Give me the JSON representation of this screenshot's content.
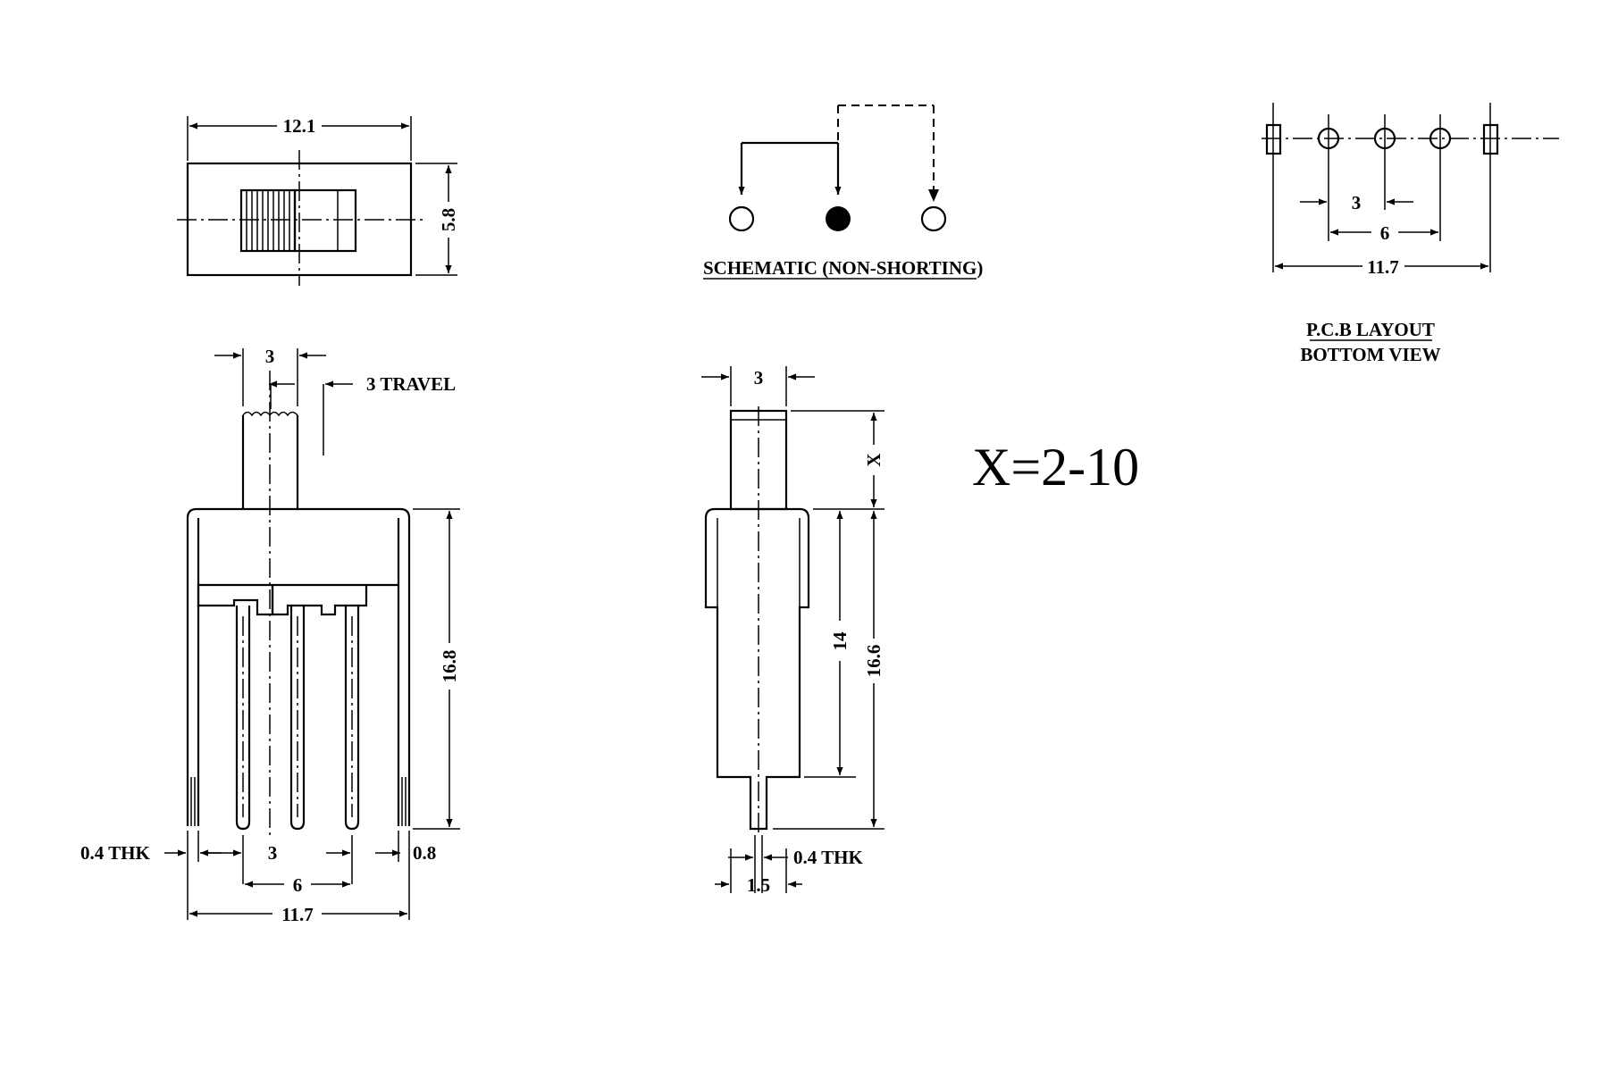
{
  "top_view": {
    "width": "12.1",
    "height": "5.8"
  },
  "schematic": {
    "title": "SCHEMATIC (NON-SHORTING)"
  },
  "pcb": {
    "title": "P.C.B LAYOUT",
    "subtitle": "BOTTOM VIEW",
    "pitch": "3",
    "span": "6",
    "width": "11.7"
  },
  "front_view": {
    "actuator_width": "3",
    "travel": "3 TRAVEL",
    "height": "16.8",
    "thickness": "0.4 THK",
    "pin_pitch": "3",
    "lug_width": "0.8",
    "pin_span": "6",
    "overall_width": "11.7"
  },
  "side_view": {
    "actuator_width": "3",
    "x_label": "X",
    "body_height": "14",
    "height": "16.6",
    "thickness": "0.4 THK",
    "width": "1.5"
  },
  "note": "X=2-10"
}
